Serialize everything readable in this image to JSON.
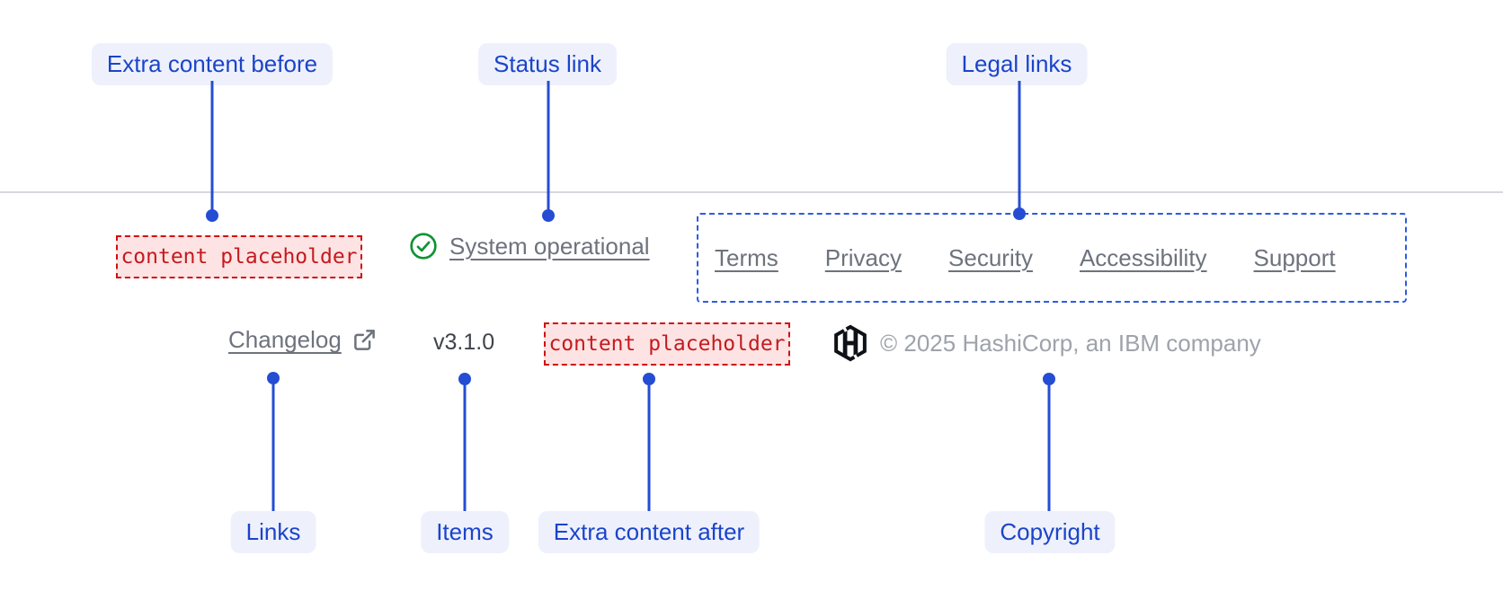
{
  "colors": {
    "accent-blue": "#254dd3",
    "label-blue": "#1b44ca",
    "label-bg": "#eef1fc",
    "legal-border": "#2c5ce2",
    "red-text": "#c41a1f",
    "red-border": "#d01010",
    "red-bg": "#fde3e3",
    "green": "#0f9233",
    "link-gray": "#6d727d",
    "muted-gray": "#9ea2ab",
    "version-gray": "#3f434d",
    "divider": "#d6d8dd",
    "logo-black": "#0e1116"
  },
  "callouts": {
    "top": [
      {
        "label": "Extra content before"
      },
      {
        "label": "Status link"
      },
      {
        "label": "Legal links"
      }
    ],
    "bottom": [
      {
        "label": "Links"
      },
      {
        "label": "Items"
      },
      {
        "label": "Extra content after"
      },
      {
        "label": "Copyright"
      }
    ]
  },
  "footer": {
    "extra_content_before": {
      "placeholder": "content placeholder"
    },
    "status": {
      "label": "System operational",
      "icon": "check-circle-icon"
    },
    "legal": {
      "links": [
        {
          "label": "Terms"
        },
        {
          "label": "Privacy"
        },
        {
          "label": "Security"
        },
        {
          "label": "Accessibility"
        },
        {
          "label": "Support"
        }
      ]
    },
    "links": [
      {
        "label": "Changelog",
        "icon": "external-link-icon"
      }
    ],
    "items": {
      "version": "v3.1.0"
    },
    "extra_content_after": {
      "placeholder": "content placeholder"
    },
    "copyright": {
      "text": "© 2025 HashiCorp, an IBM company",
      "logo": "hashicorp-logo"
    }
  }
}
